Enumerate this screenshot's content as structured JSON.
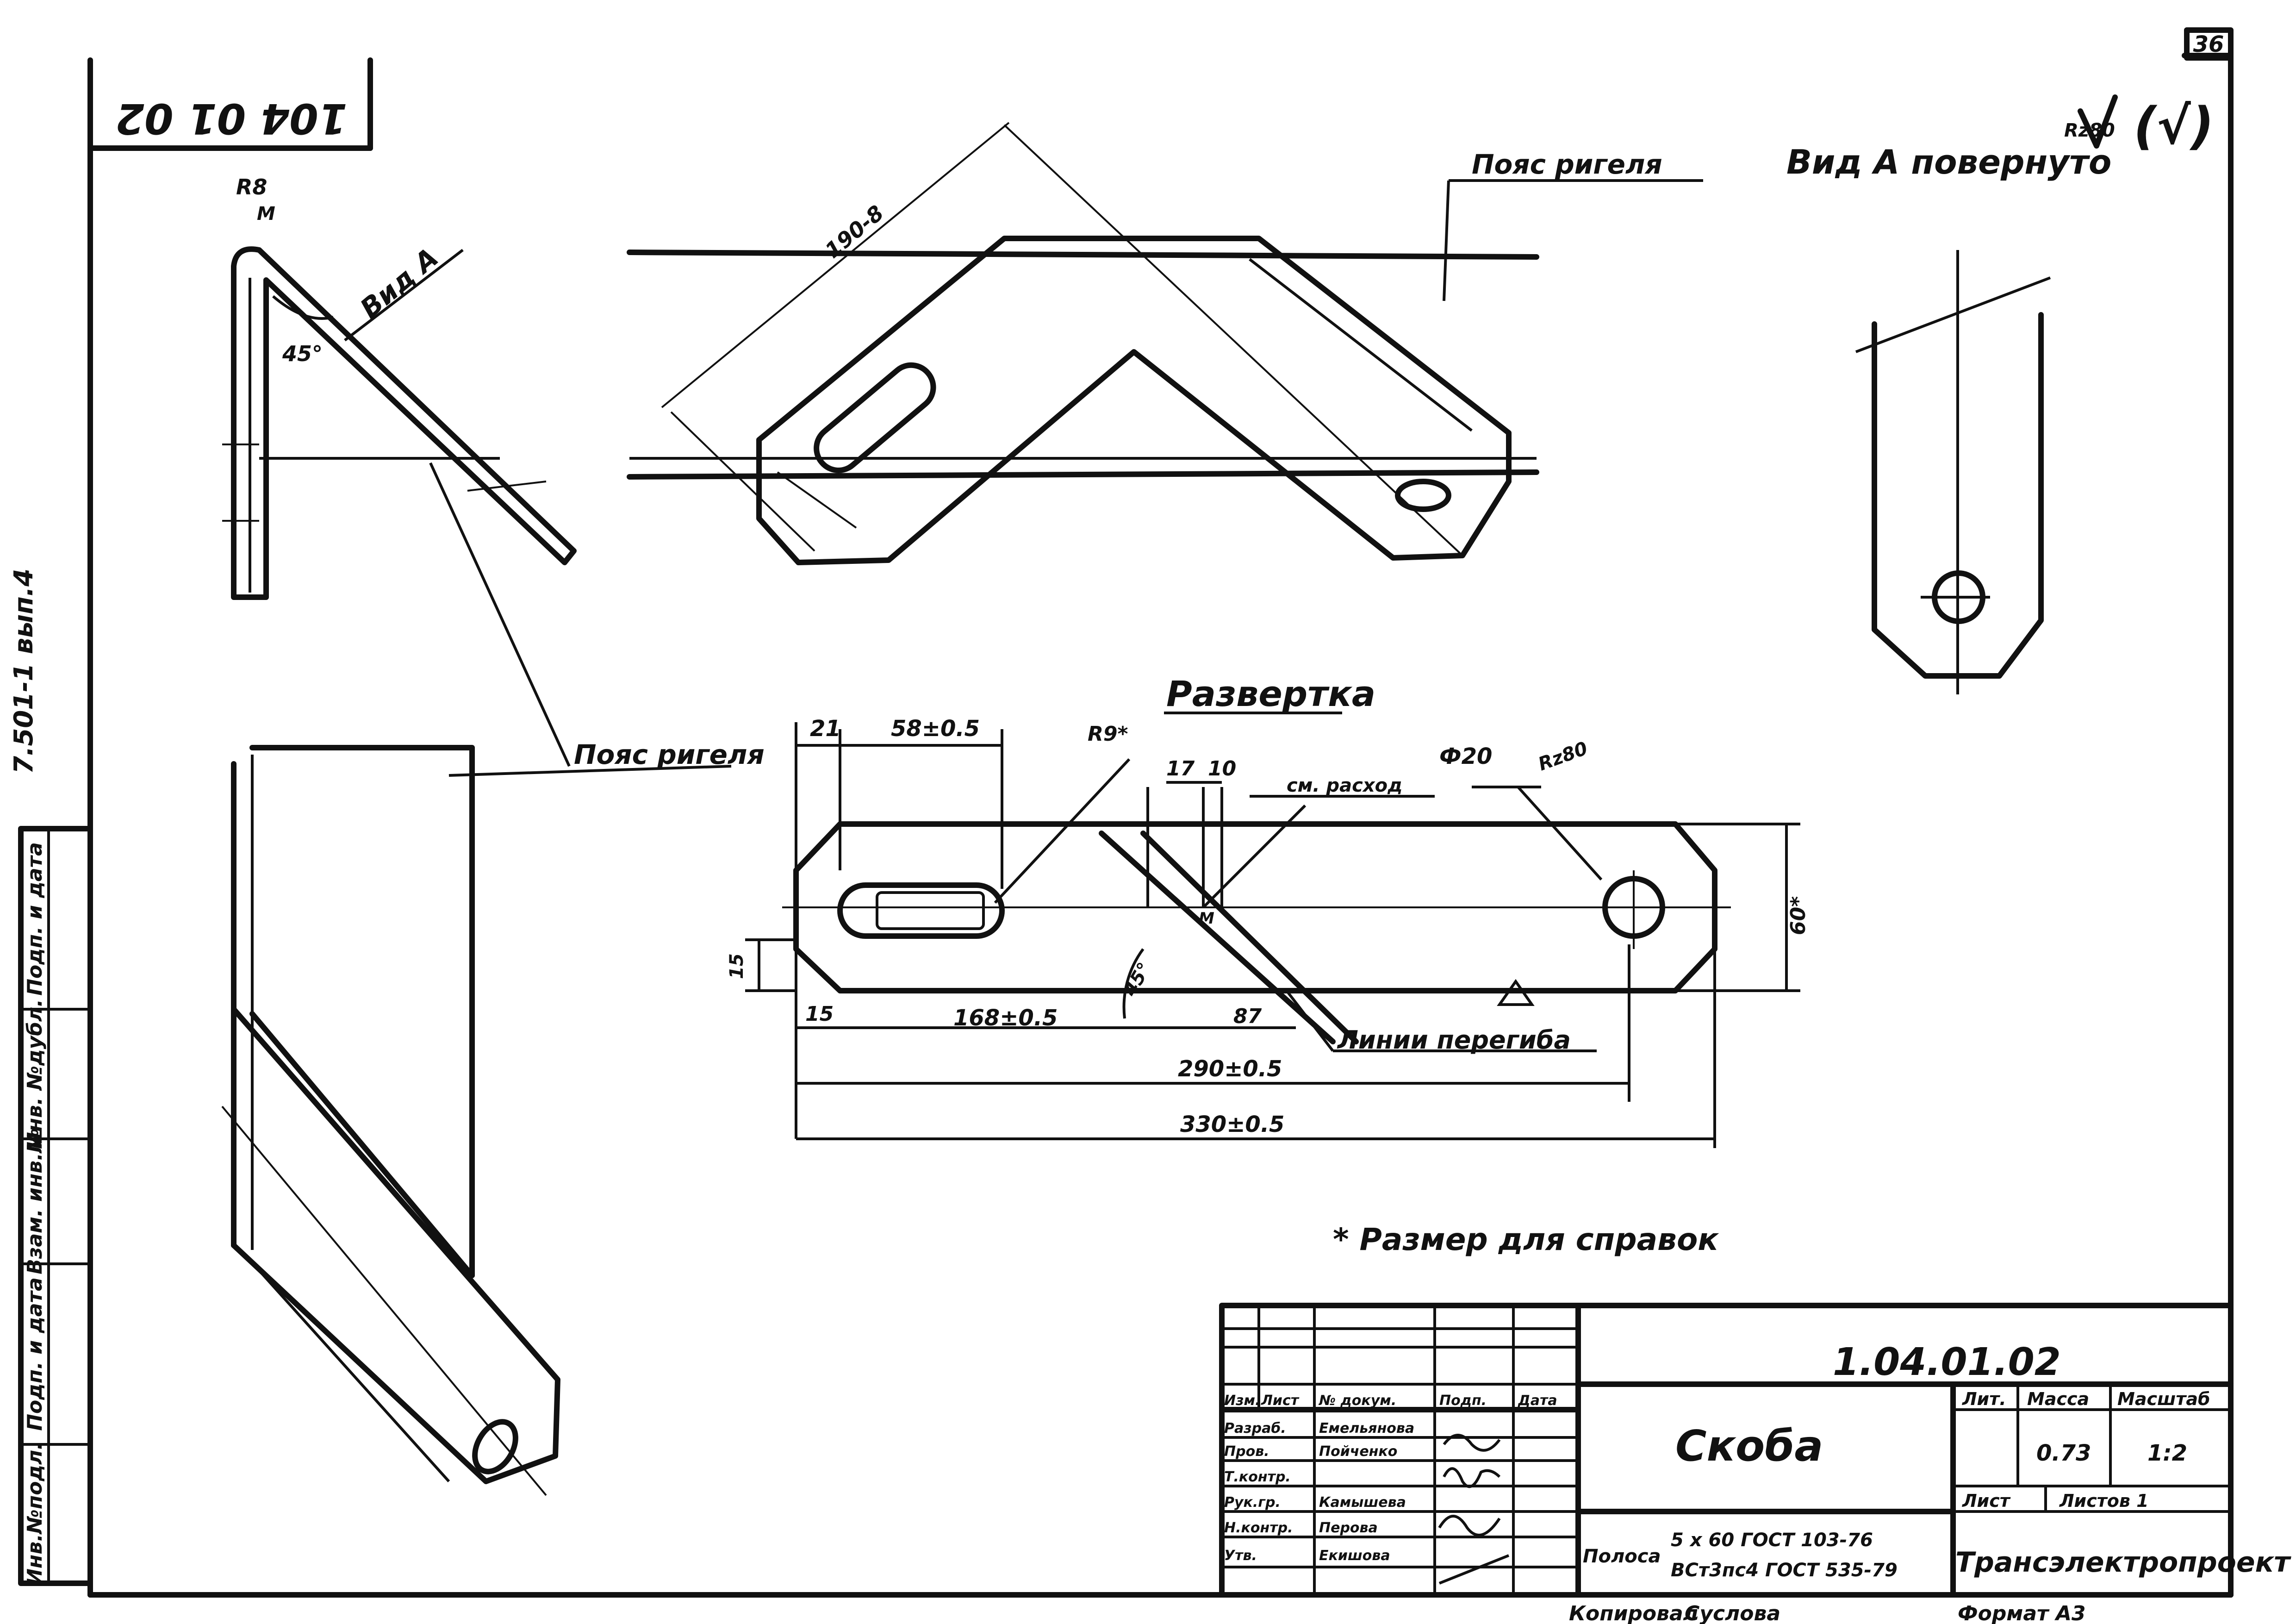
{
  "sheet_number": "36",
  "stamp_code_rotated": "104 01 02",
  "roughness": {
    "symbol": "Rz80",
    "paren": "(√)"
  },
  "top_view": {
    "belt_label": "Пояс ригеля",
    "dim_length": "190-8"
  },
  "view_a": {
    "title": "Вид А повернуто"
  },
  "side_view": {
    "radius": "R8",
    "point": "M",
    "angle": "45°",
    "view_label": "Вид А"
  },
  "lower_view": {
    "belt_label": "Пояс ригеля"
  },
  "development": {
    "title": "Развертка",
    "dims": {
      "d21": "21",
      "d58": "58±0.5",
      "r9": "R9*",
      "d17": "17",
      "d10": "10",
      "phi20": "Ф20",
      "rz": "Rz80",
      "d15v": "15",
      "d15h": "15",
      "d168": "168±0.5",
      "d87": "87",
      "d290": "290±0.5",
      "d330": "330±0.5",
      "d60": "60*",
      "angle45": "45°",
      "m": "M"
    },
    "note_weld": "см. расход",
    "bend_lines": "Линии перегиба"
  },
  "reference_note": "* Размер для справок",
  "left_margin": {
    "series": "7.501-1 вып.4",
    "cells": [
      "Подп. и дата",
      "Инв. №дубл.",
      "Взам. инв.№",
      "Подп. и дата",
      "Инв.№подл."
    ]
  },
  "title_block": {
    "doc_code": "1.04.01.02",
    "name": "Скоба",
    "material_label": "Полоса",
    "material_line1": "5 x 60 ГОСТ 103-76",
    "material_line2": "ВСт3пс4 ГОСТ 535-79",
    "org": "Трансэлектропроект",
    "cols": {
      "lit": "Лит.",
      "mass": "Масса",
      "scale": "Масштаб"
    },
    "mass_value": "0.73",
    "scale_value": "1:2",
    "sheet": "Лист",
    "sheets": "Листов 1",
    "header_row": [
      "Изм.",
      "Лист",
      "№ докум.",
      "Подп.",
      "Дата"
    ],
    "roles": [
      {
        "role": "Разраб.",
        "name": "Емельянова"
      },
      {
        "role": "Пров.",
        "name": "Пойченко"
      },
      {
        "role": "Т.контр.",
        "name": ""
      },
      {
        "role": "Рук.гр.",
        "name": "Камышева"
      },
      {
        "role": "Н.контр.",
        "name": "Перова"
      },
      {
        "role": "Утв.",
        "name": "Екишова"
      }
    ],
    "copied": "Копировал",
    "copier": "Суслова",
    "format": "Формат А3"
  }
}
